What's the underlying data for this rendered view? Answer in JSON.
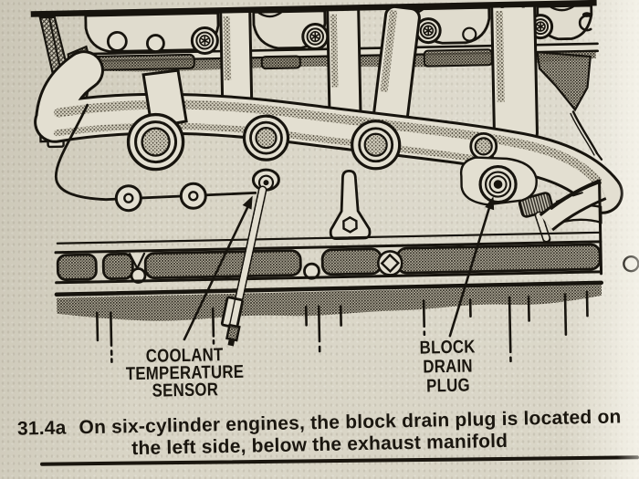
{
  "figure": {
    "labels": {
      "coolant_sensor": {
        "lines": [
          "COOLANT",
          "TEMPERATURE",
          "SENSOR"
        ]
      },
      "block_drain_plug": {
        "lines": [
          "BLOCK",
          "DRAIN",
          "PLUG"
        ]
      }
    },
    "caption": {
      "number": "31.4a",
      "line1": "On six-cylinder engines, the block drain plug is located on",
      "line2": "the left side, below the exhaust manifold"
    },
    "colors": {
      "paper": "#d9d5c6",
      "ink": "#17140e"
    }
  }
}
